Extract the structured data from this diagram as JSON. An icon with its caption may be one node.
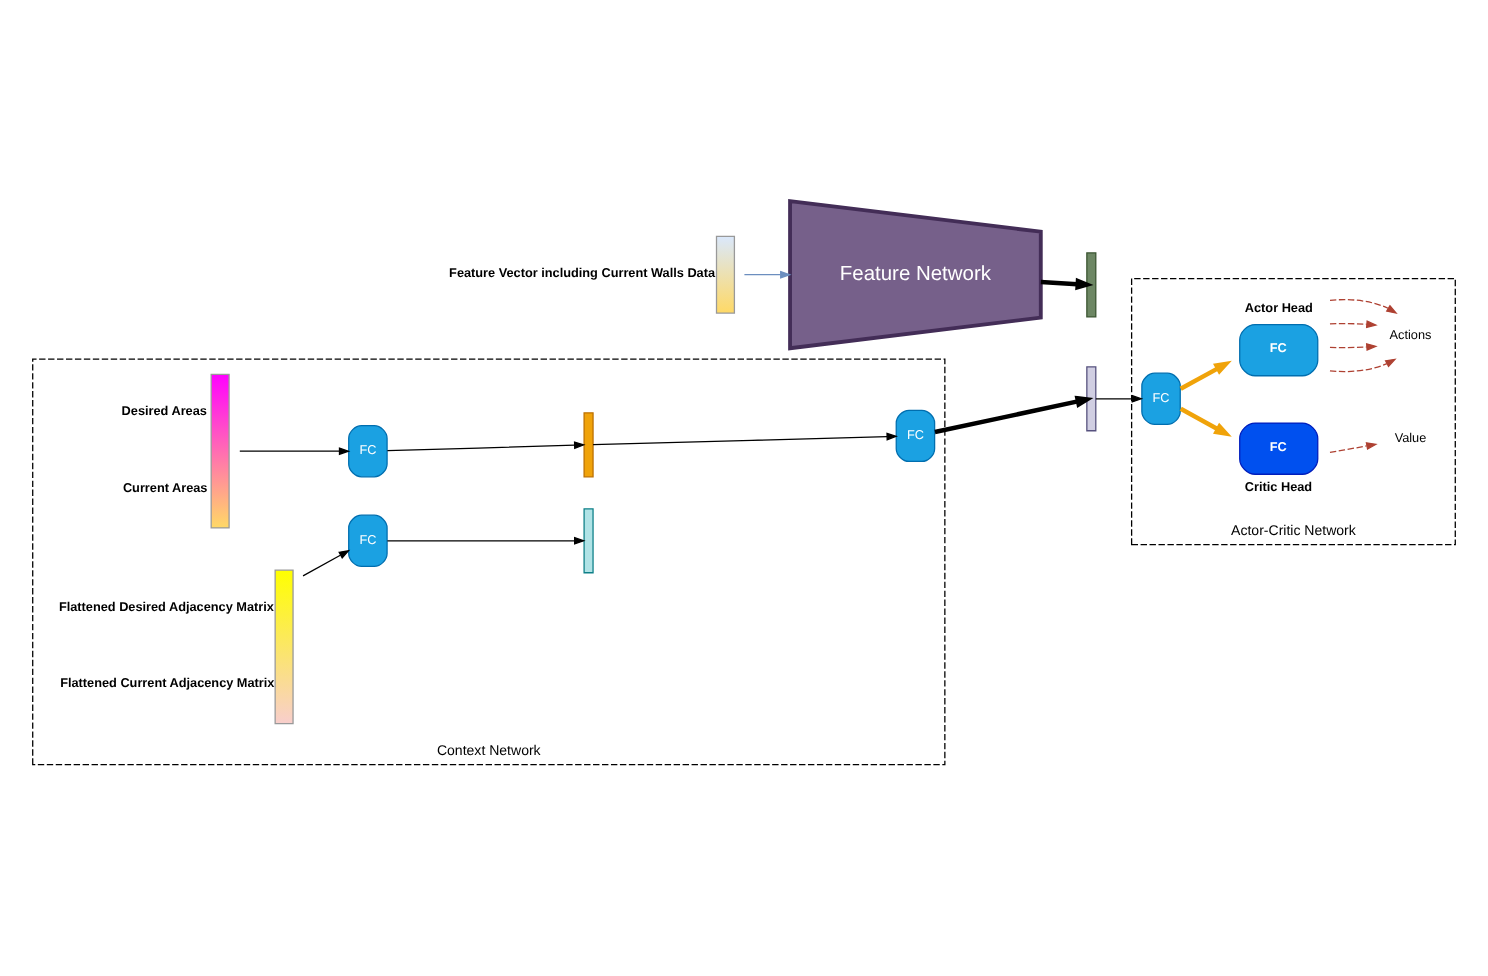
{
  "diagram": {
    "nodes": [
      {
        "text": [
          "Context Network"
        ]
      },
      {
        "text": [
          "Actor-Critic Network"
        ]
      },
      {
        "text": [],
        "shape": "bar",
        "beside": [
          "Feature Vector including Current Walls Data"
        ]
      },
      {
        "text": [
          "Feature Network"
        ]
      },
      {
        "text": [],
        "shape": "bar",
        "in": 0,
        "beside": [
          "Desired Areas",
          "Current Areas"
        ]
      },
      {
        "text": [],
        "shape": "bar",
        "in": 0,
        "beside": [
          "Flattened Desired Adjacency Matrix",
          "Flattened Current Adjacency Matrix"
        ]
      },
      {
        "text": [
          "FC"
        ],
        "in": 0
      },
      {
        "text": [
          "FC"
        ],
        "in": 0
      },
      {
        "text": [],
        "shape": "bar",
        "in": 0
      },
      {
        "text": [],
        "shape": "bar",
        "in": 0
      },
      {
        "text": [
          "FC"
        ],
        "in": 0
      },
      {
        "text": [],
        "shape": "bar"
      },
      {
        "text": [],
        "shape": "bar"
      },
      {
        "text": [
          "FC"
        ],
        "in": 1
      },
      {
        "text": [
          "FC"
        ],
        "in": 1,
        "beside": [
          "Actor Head"
        ]
      },
      {
        "text": [
          "FC"
        ],
        "in": 1,
        "beside": [
          "Critic Head"
        ]
      },
      {
        "text": [
          "Actions"
        ],
        "in": 1
      },
      {
        "text": [
          "Value"
        ],
        "in": 1
      }
    ],
    "edges": [
      {
        "from": 2,
        "to": 3,
        "arrow": "to",
        "color": "#6c8ebf"
      },
      {
        "from": 3,
        "to": 11,
        "arrow": "to",
        "style": "thick"
      },
      {
        "from": 4,
        "to": 6,
        "arrow": "to"
      },
      {
        "from": 5,
        "to": 7,
        "arrow": "to"
      },
      {
        "from": 6,
        "to": 8,
        "arrow": "to"
      },
      {
        "from": 7,
        "to": 9,
        "arrow": "to"
      },
      {
        "from": 8,
        "to": 10,
        "arrow": "to"
      },
      {
        "from": 10,
        "to": 12,
        "arrow": "to",
        "style": "thick"
      },
      {
        "from": 12,
        "to": 13,
        "arrow": "to"
      },
      {
        "from": 13,
        "to": 14,
        "arrow": "to",
        "style": "thick",
        "color": "#f0a30a"
      },
      {
        "from": 13,
        "to": 15,
        "arrow": "to",
        "style": "thick",
        "color": "#f0a30a"
      },
      {
        "from": 14,
        "to": 16,
        "arrow": "to",
        "style": "dashed",
        "color": "#ae4132"
      },
      {
        "from": 14,
        "to": 16,
        "arrow": "to",
        "style": "dashed",
        "color": "#ae4132"
      },
      {
        "from": 14,
        "to": 16,
        "arrow": "to",
        "style": "dashed",
        "color": "#ae4132"
      },
      {
        "from": 14,
        "to": 16,
        "arrow": "to",
        "style": "dashed",
        "color": "#ae4132"
      },
      {
        "from": 15,
        "to": 17,
        "arrow": "to",
        "style": "dashed",
        "color": "#ae4132"
      }
    ]
  }
}
